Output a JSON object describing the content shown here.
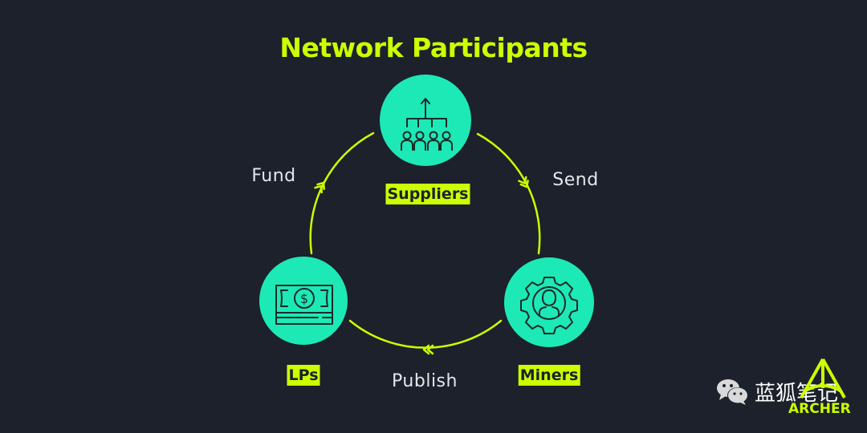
{
  "title": "Network Participants",
  "colors": {
    "accent": "#ccff00",
    "node": "#1de9b6",
    "background": "#1c212b",
    "icon": "#1c2a2a"
  },
  "nodes": [
    {
      "id": "suppliers",
      "label": "Suppliers",
      "icon": "org-chart-people-icon"
    },
    {
      "id": "lps",
      "label": "LPs",
      "icon": "cash-stack-icon"
    },
    {
      "id": "miners",
      "label": "Miners",
      "icon": "gear-person-icon"
    }
  ],
  "edges": [
    {
      "from": "lps",
      "to": "suppliers",
      "label": "Fund"
    },
    {
      "from": "suppliers",
      "to": "miners",
      "label": "Send"
    },
    {
      "from": "miners",
      "to": "lps",
      "label": "Publish"
    }
  ],
  "watermark": {
    "text": "蓝狐笔记",
    "brand": "ARCHER",
    "icon": "wechat-icon"
  }
}
